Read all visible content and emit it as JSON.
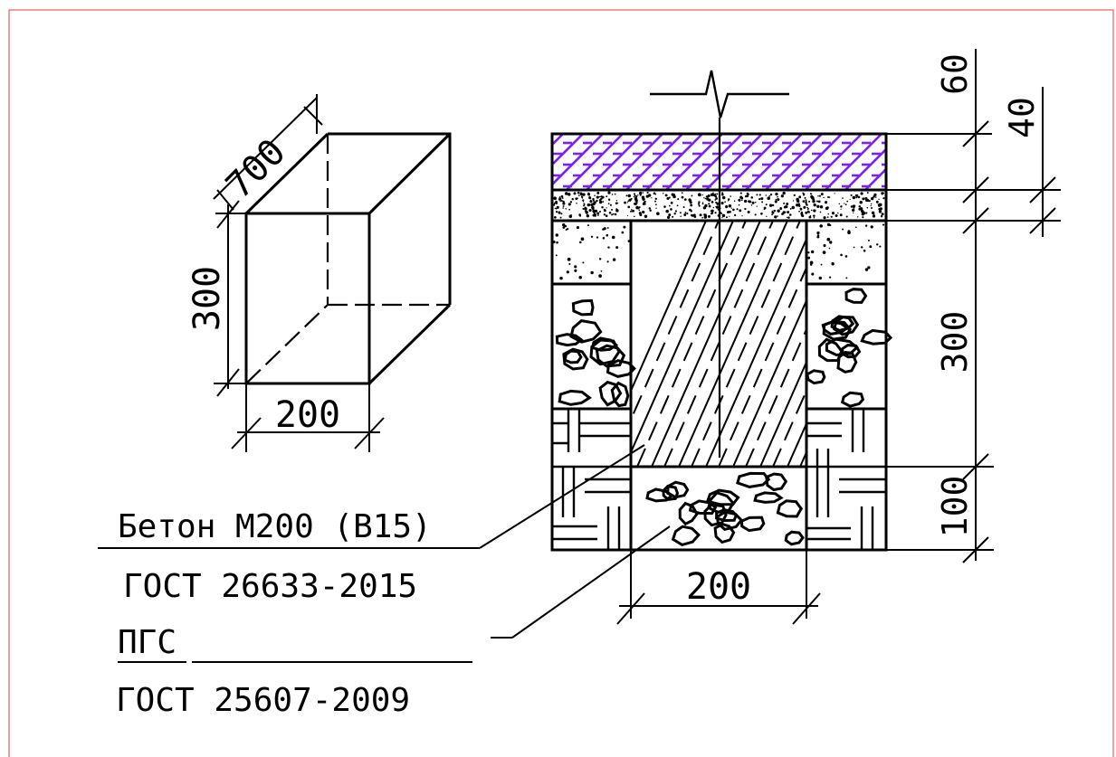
{
  "iso_block": {
    "length": "700",
    "height": "300",
    "width": "200"
  },
  "section": {
    "width": "200",
    "dims_right": [
      "60",
      "40",
      "300",
      "100"
    ]
  },
  "notes": {
    "concrete_grade": "Бетон М200 (В15)",
    "concrete_standard": "ГОСТ 26633-2015",
    "gravel_name": "ПГС",
    "gravel_standard": "ГОСТ 25607-2009"
  },
  "colors": {
    "paving_hatch": "#7a22ee",
    "frame": "#e06060"
  }
}
